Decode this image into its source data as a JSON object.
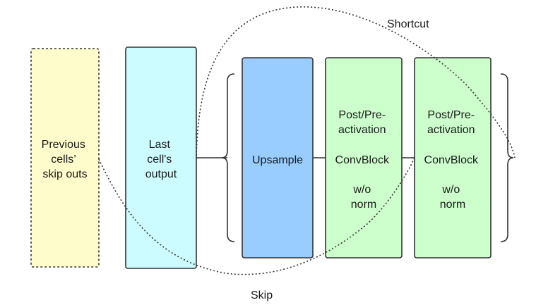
{
  "diagram": {
    "colors": {
      "previous": "#fffccc",
      "last": "#ccfcff",
      "upsample": "#99ccff",
      "convblock": "#ccffcc",
      "stroke": "#333333"
    },
    "boxes": {
      "previous": [
        "Previous",
        "cells’",
        "skip outs"
      ],
      "last": [
        "Last",
        "cell's",
        "output"
      ],
      "upsample": [
        "Upsample"
      ],
      "conv1": [
        "Post/Pre-",
        "activation",
        "ConvBlock",
        "w/o",
        "norm"
      ],
      "conv2": [
        "Post/Pre-",
        "activation",
        "ConvBlock",
        "w/o",
        "norm"
      ]
    },
    "labels": {
      "shortcut": "Shortcut",
      "skip": "Skip"
    }
  }
}
